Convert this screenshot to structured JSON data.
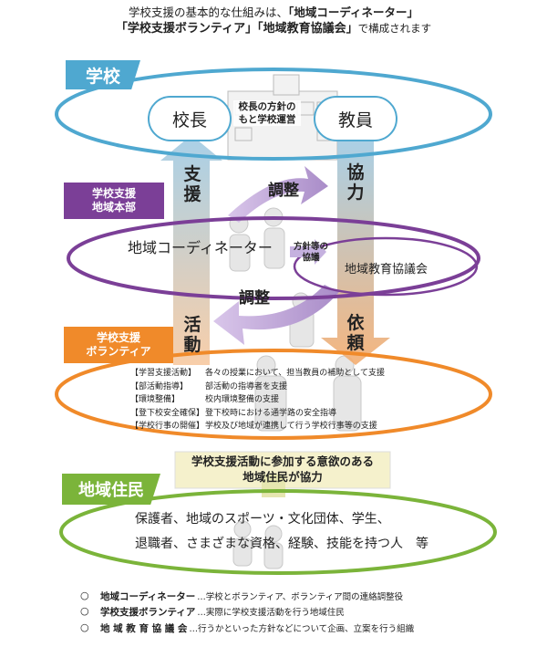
{
  "header": {
    "line1_pre": "学校支援の基本的な仕組みは、",
    "line1_bold": "「地域コーディネーター」",
    "line2_bold": "「学校支援ボランティア」「地域教育協議会」",
    "line2_post": "で構成されます"
  },
  "school": {
    "tag": "学校",
    "principal": "校長",
    "policy_line1": "校長の方針の",
    "policy_line2": "もと学校運営",
    "teachers": "教員"
  },
  "arrows": {
    "support": "支援",
    "cooperation": "協力",
    "adjust_top": "調整",
    "adjust_bottom": "調整",
    "activity": "活動",
    "request": "依頼"
  },
  "hq": {
    "tag_line1": "学校支援",
    "tag_line2": "地域本部",
    "coordinator": "地域コーディネーター",
    "policy_line1": "方針等の",
    "policy_line2": "協議",
    "council": "地域教育協議会"
  },
  "volunteer": {
    "tag_line1": "学校支援",
    "tag_line2": "ボランティア",
    "items": [
      {
        "k": "【学習支援活動】",
        "v": "各々の授業において、担当教員の補助として支援"
      },
      {
        "k": "【部活動指導】",
        "v": "部活動の指導者を支援"
      },
      {
        "k": "【環境整備】",
        "v": "校内環境整備の支援"
      },
      {
        "k": "【登下校安全確保】",
        "v": "登下校時における通学路の安全指導"
      },
      {
        "k": "【学校行事の開催】",
        "v": "学校及び地域が連携して行う学校行事等の支援"
      }
    ]
  },
  "banner": {
    "line1": "学校支援活動に参加する意欲のある",
    "line2": "地域住民が協力"
  },
  "residents": {
    "tag": "地域住民",
    "line1": "保護者、地域のスポーツ・文化団体、学生、",
    "line2": "退職者、さまざまな資格、経験、技能を持つ人　等"
  },
  "footer": [
    {
      "bullet": "○",
      "term": "地域コーディネーター",
      "desc": "…学校とボランティア、ボランティア間の連絡調整役"
    },
    {
      "bullet": "○",
      "term": "学校支援ボランティア",
      "desc": "…実際に学校支援活動を行う地域住民"
    },
    {
      "bullet": "○",
      "term": "地 域 教 育 協 議 会",
      "desc": " …行うかといった方針などについて企画、立案を行う組織"
    }
  ],
  "colors": {
    "school": "#4fa8d0",
    "hq": "#7b3f97",
    "volunteer": "#f08a2a",
    "residents": "#7bb43a",
    "arrow_blue": "#a9cfe6",
    "arrow_orange": "#f4b37a"
  }
}
